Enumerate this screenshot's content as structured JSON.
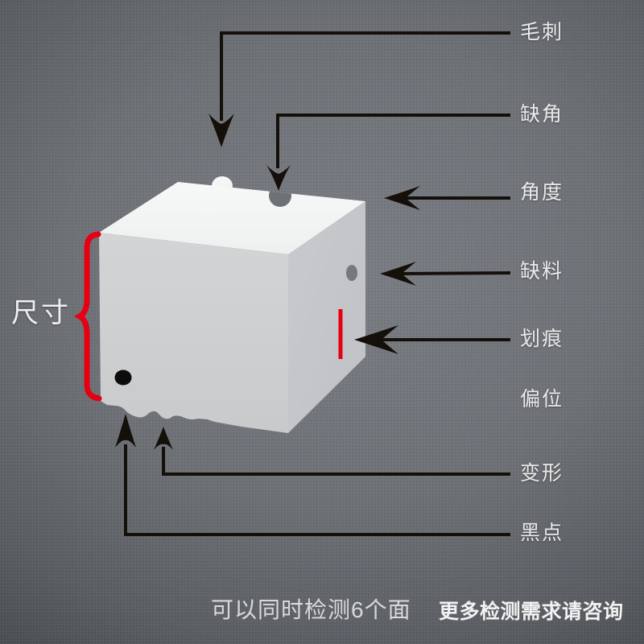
{
  "diagram": {
    "dimension_label": "尺寸",
    "defects": [
      {
        "label": "毛刺"
      },
      {
        "label": "缺角"
      },
      {
        "label": "角度"
      },
      {
        "label": "缺料"
      },
      {
        "label": "划痕"
      },
      {
        "label": "偏位"
      },
      {
        "label": "变形"
      },
      {
        "label": "黑点"
      }
    ],
    "footer_left": "可以同时检测6个面",
    "footer_right": "更多检测需求请咨询",
    "colors": {
      "accent_red": "#e60012",
      "arrow_black": "#150f0a",
      "label_text": "#eaeaea",
      "cube_top": "#f3f4f4",
      "cube_front": "#cccdd0",
      "cube_right": "#c3c5c8",
      "background_center": "#70747a",
      "background_edge": "#35383b"
    }
  }
}
